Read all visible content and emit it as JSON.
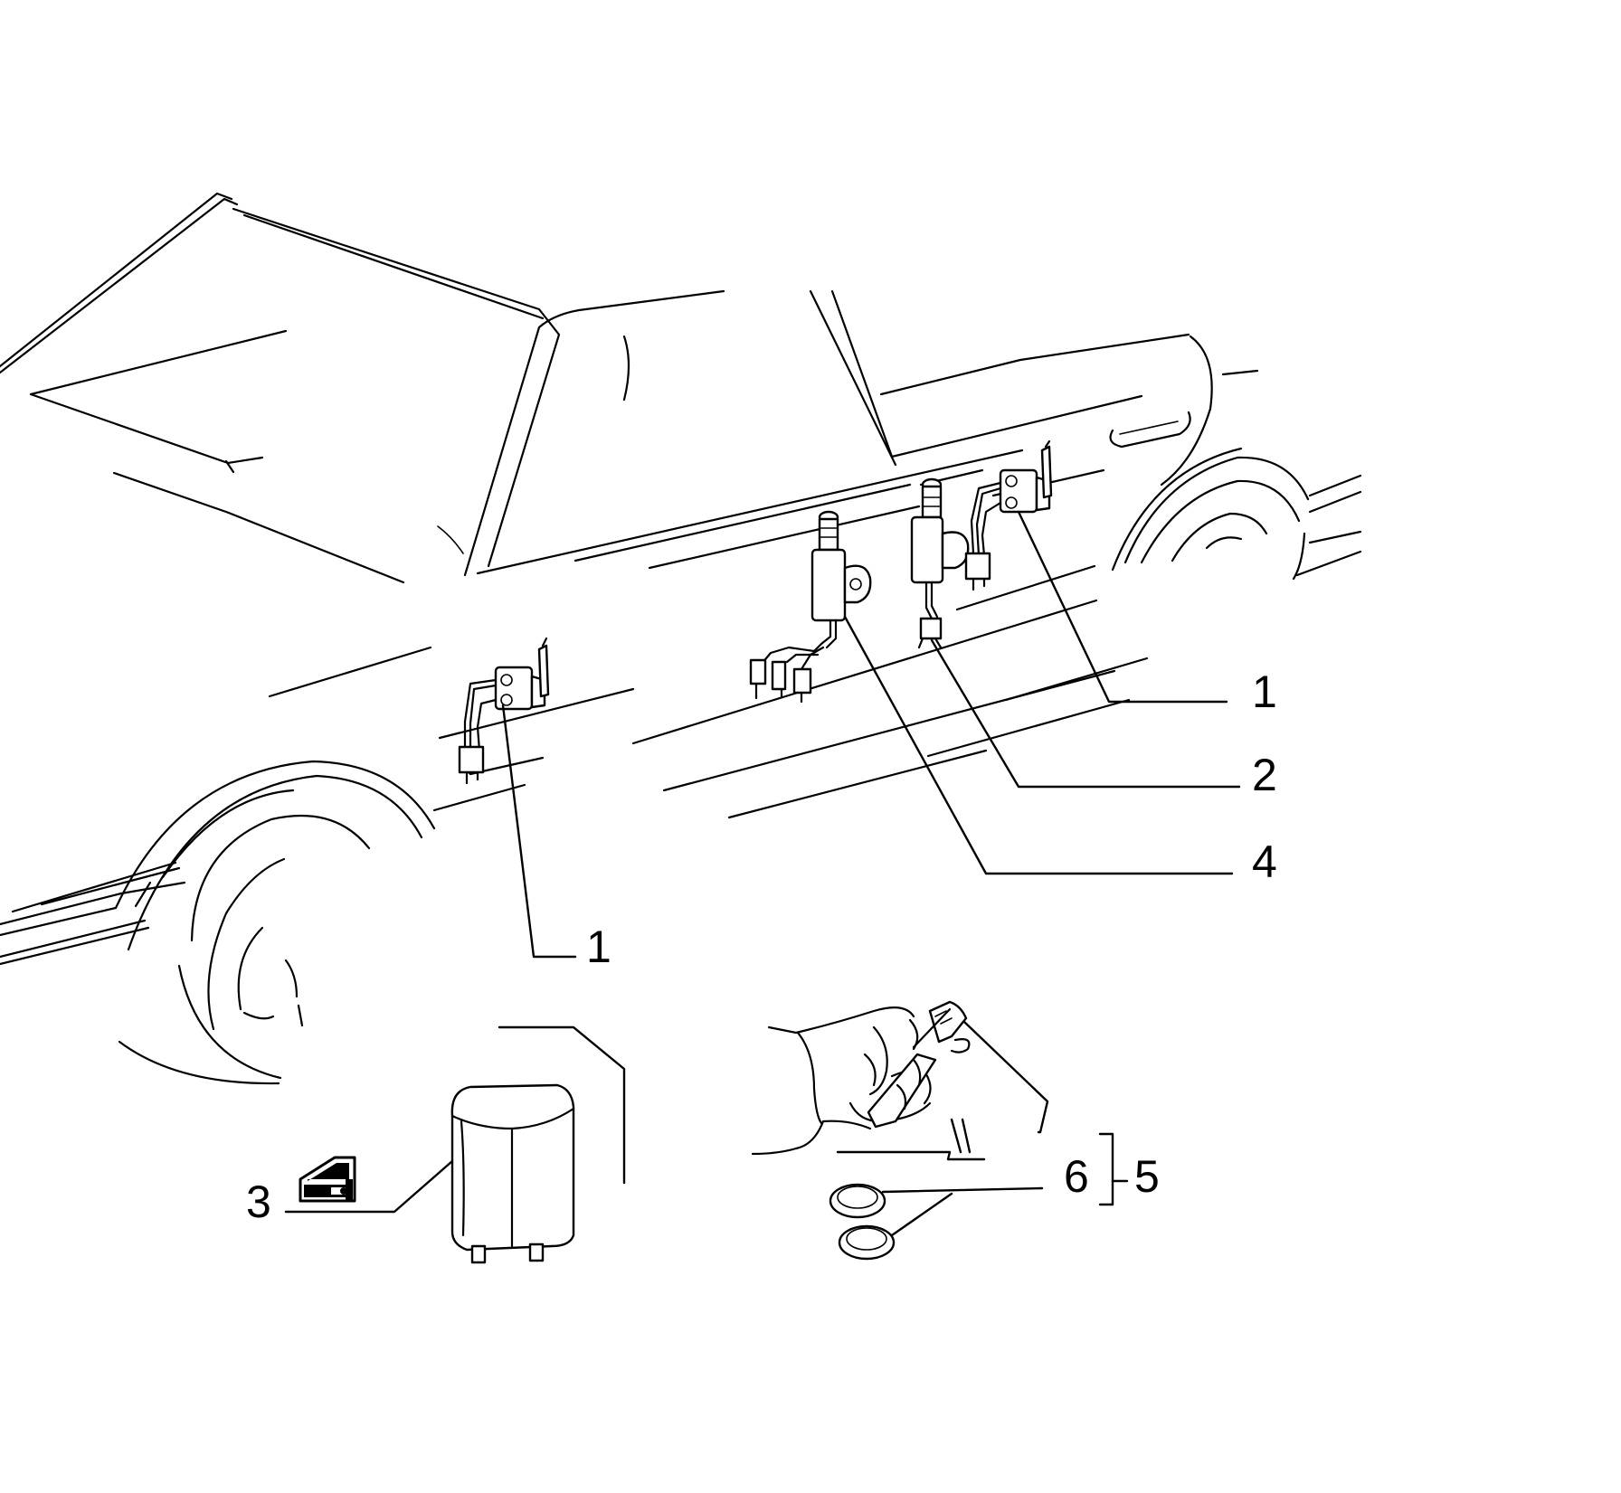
{
  "callouts": {
    "front_door_switch": "1",
    "rear_door_switch": "1",
    "rear_door_actuator": "2",
    "control_unit": "3",
    "front_door_actuator": "4",
    "remote_kit": "5",
    "transmitter_and_batteries": "6"
  },
  "icons": {
    "control_unit_symbol": "door-key-icon"
  }
}
